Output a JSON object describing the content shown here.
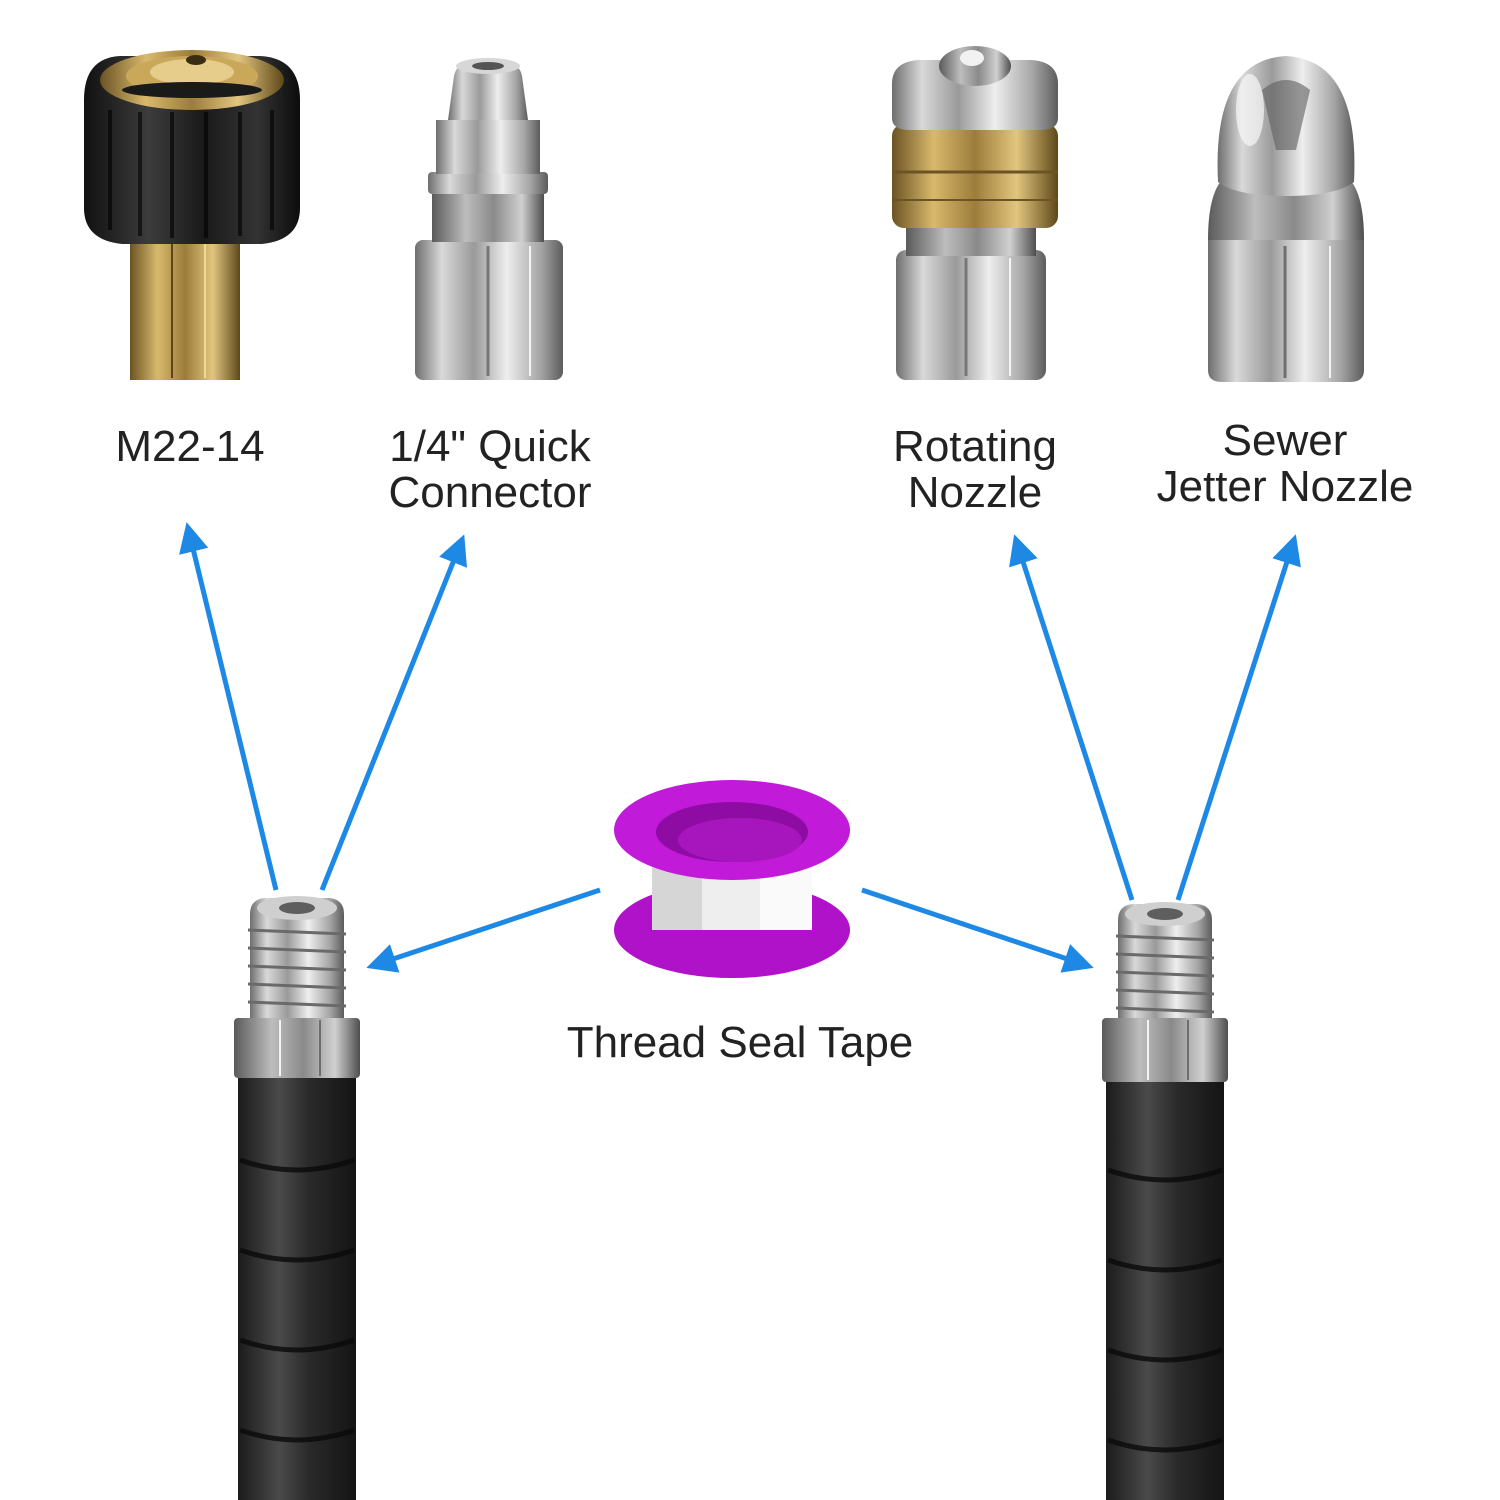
{
  "accent_color": "#1e88e5",
  "tape_color": "#b012c9",
  "products": {
    "m22": {
      "icon": "m22-14-coupler-icon",
      "label": "M22-14"
    },
    "quick": {
      "icon": "quick-connector-icon",
      "line1": "1/4\" Quick",
      "line2": "Connector"
    },
    "rotating": {
      "icon": "rotating-nozzle-icon",
      "line1": "Rotating",
      "line2": "Nozzle"
    },
    "sewer": {
      "icon": "sewer-jetter-nozzle-icon",
      "line1": "Sewer",
      "line2": "Jetter Nozzle"
    },
    "tape": {
      "icon": "thread-seal-tape-icon",
      "label": "Thread Seal Tape"
    }
  },
  "hose_ends": [
    {
      "icon": "hose-fitting-icon"
    },
    {
      "icon": "hose-fitting-icon"
    }
  ]
}
